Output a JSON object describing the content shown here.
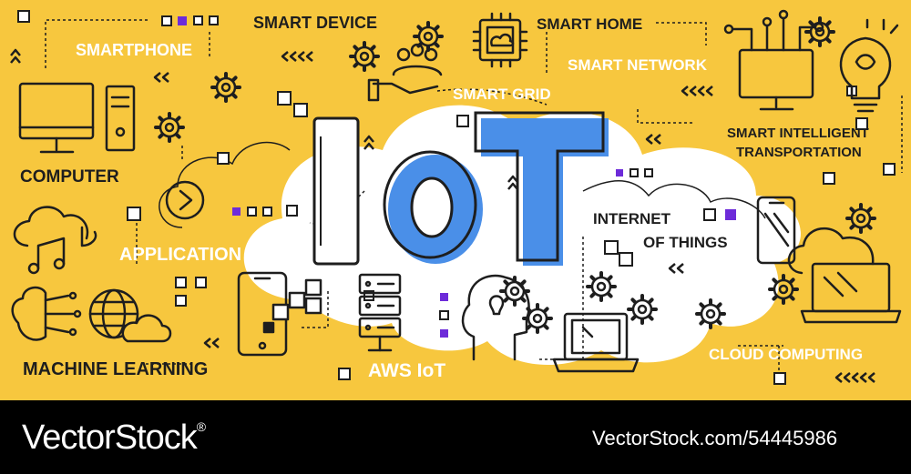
{
  "colors": {
    "background": "#f7c73e",
    "cloud": "#ffffff",
    "line": "#1e1e1e",
    "accent_blue": "#4a8fe8",
    "accent_purple": "#6d2bd9",
    "footer": "#000000"
  },
  "title": {
    "letter_1": "I",
    "letter_2": "o",
    "letter_3": "T"
  },
  "labels": {
    "smartphone": "SMARTPHONE",
    "smart_device": "SMART DEVICE",
    "smart_home": "SMART HOME",
    "smart_network": "SMART NETWORK",
    "smart_grid": "SMART GRID",
    "computer": "COMPUTER",
    "smart_transport_1": "SMART INTELLIGENT",
    "smart_transport_2": "TRANSPORTATION",
    "internet_1": "INTERNET",
    "internet_2": "OF THINGS",
    "application": "APPLICATION",
    "machine_learning": "MACHINE LEARNING",
    "aws_iot": "AWS IoT",
    "cloud_computing": "CLOUD COMPUTING"
  },
  "icons": [
    "monitor-icon",
    "pc-tower-icon",
    "gear-icon",
    "people-in-hand-icon",
    "cloud-chip-icon",
    "circuit-monitor-icon",
    "lightbulb-brain-icon",
    "play-button-icon",
    "cloud-music-icon",
    "brain-icon",
    "globe-cloud-icon",
    "smartphone-icon",
    "server-rack-icon",
    "head-gears-icon",
    "laptop-icon",
    "phone-icon",
    "cloud-laptop-icon",
    "chevrons-icon"
  ],
  "footer": {
    "brand": "VectorStock",
    "trademark": "®",
    "url": "VectorStock.com/54445986"
  }
}
